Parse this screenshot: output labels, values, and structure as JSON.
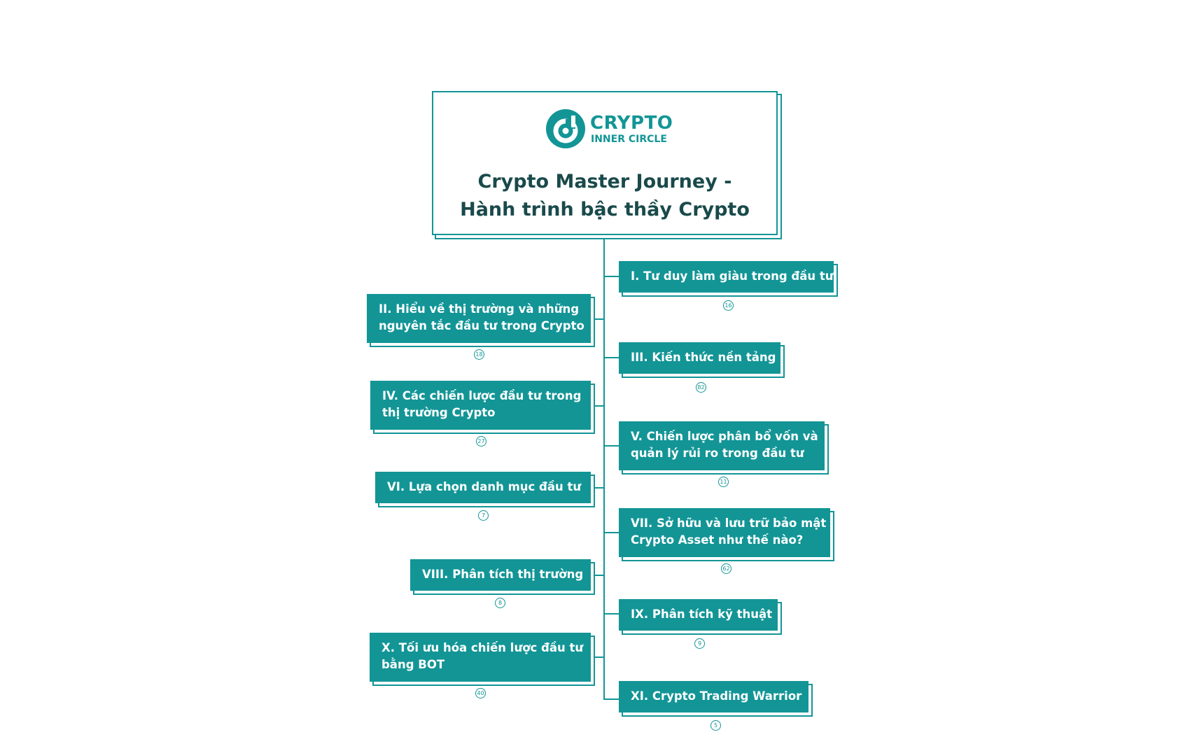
{
  "root": {
    "logo_text": "CRYPTO",
    "logo_subtext": "INNER CIRCLE",
    "title_line1": "Crypto Master Journey -",
    "title_line2": "Hành trình bậc thầy Crypto"
  },
  "colors": {
    "accent": "#139596",
    "title": "#1a4a4b",
    "background": "#ffffff"
  },
  "icons": {
    "logo": "crypto-inner-circle-logo-icon"
  },
  "nodes": [
    {
      "lines": [
        "I. Tư duy làm giàu trong đầu tư"
      ],
      "count": "16"
    },
    {
      "lines": [
        "II. Hiểu về thị trường và những",
        "nguyên tắc đầu tư trong Crypto"
      ],
      "count": "18"
    },
    {
      "lines": [
        "III. Kiến thức nền tảng"
      ],
      "count": "82"
    },
    {
      "lines": [
        "IV. Các chiến lược đầu tư trong",
        "thị trường Crypto"
      ],
      "count": "27"
    },
    {
      "lines": [
        "V. Chiến lược phân bổ vốn và",
        "quản lý rủi ro trong đầu tư"
      ],
      "count": "11"
    },
    {
      "lines": [
        "VI. Lựa chọn danh mục đầu tư"
      ],
      "count": "7"
    },
    {
      "lines": [
        "VII. Sở hữu và lưu trữ bảo mật",
        "Crypto Asset như thế nào?"
      ],
      "count": "62"
    },
    {
      "lines": [
        "VIII. Phân tích thị trường"
      ],
      "count": "8"
    },
    {
      "lines": [
        "IX. Phân tích kỹ thuật"
      ],
      "count": "9"
    },
    {
      "lines": [
        "X. Tối ưu hóa chiến lược đầu tư",
        "bằng BOT"
      ],
      "count": "40"
    },
    {
      "lines": [
        "XI. Crypto Trading Warrior"
      ],
      "count": "5"
    }
  ]
}
